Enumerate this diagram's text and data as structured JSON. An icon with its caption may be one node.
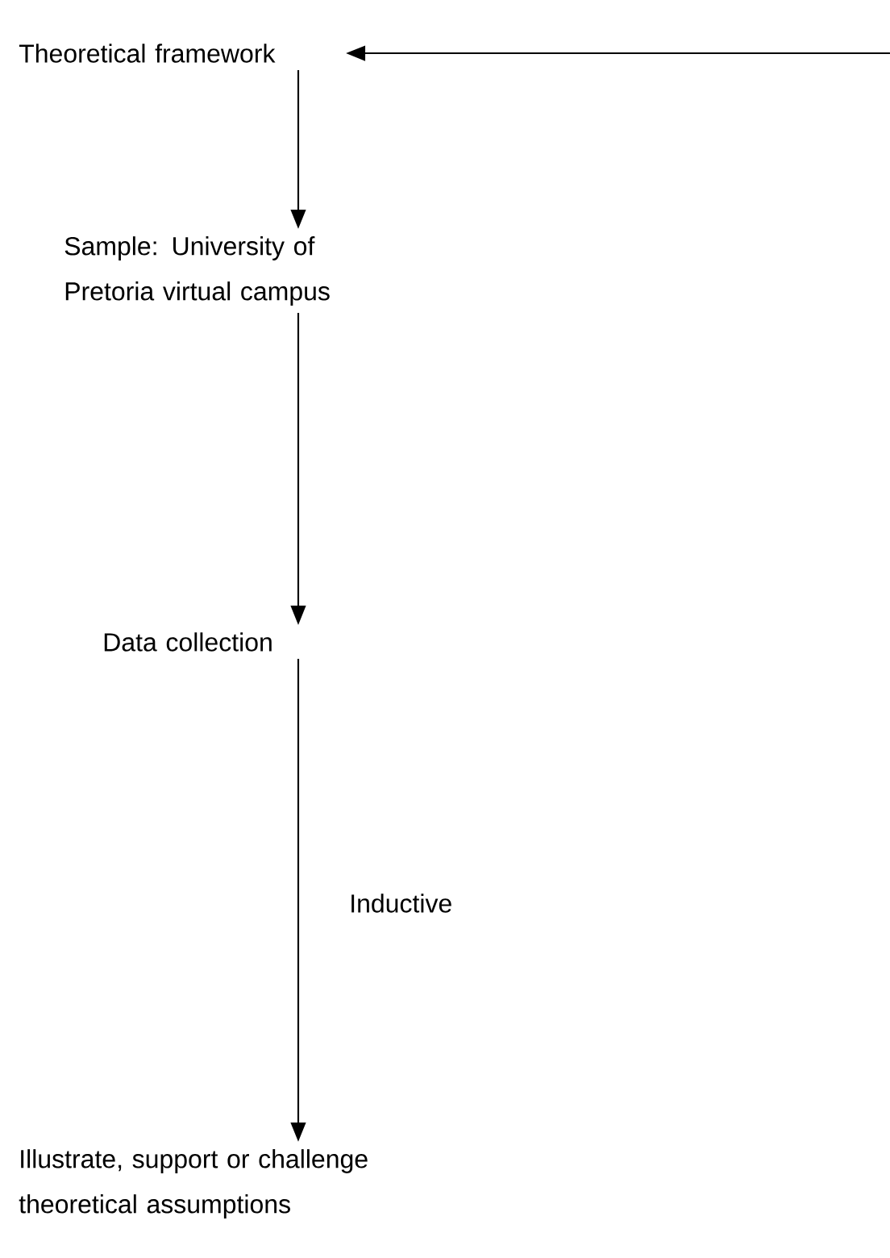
{
  "diagram": {
    "nodes": [
      {
        "text": [
          "Theoretical framework"
        ]
      },
      {
        "text": [
          "Sample: University of Pretoria virtual campus"
        ]
      },
      {
        "text": [
          "Data collection"
        ]
      },
      {
        "text": [
          "Illustrate, support or challenge theoretical assumptions"
        ]
      }
    ],
    "edges": [
      {
        "from": null,
        "to": 0,
        "arrow": "to"
      },
      {
        "from": 0,
        "to": 1,
        "arrow": "to"
      },
      {
        "from": 1,
        "to": 2,
        "arrow": "to"
      },
      {
        "from": 2,
        "to": 3,
        "arrow": "to",
        "label": "Inductive"
      }
    ]
  }
}
